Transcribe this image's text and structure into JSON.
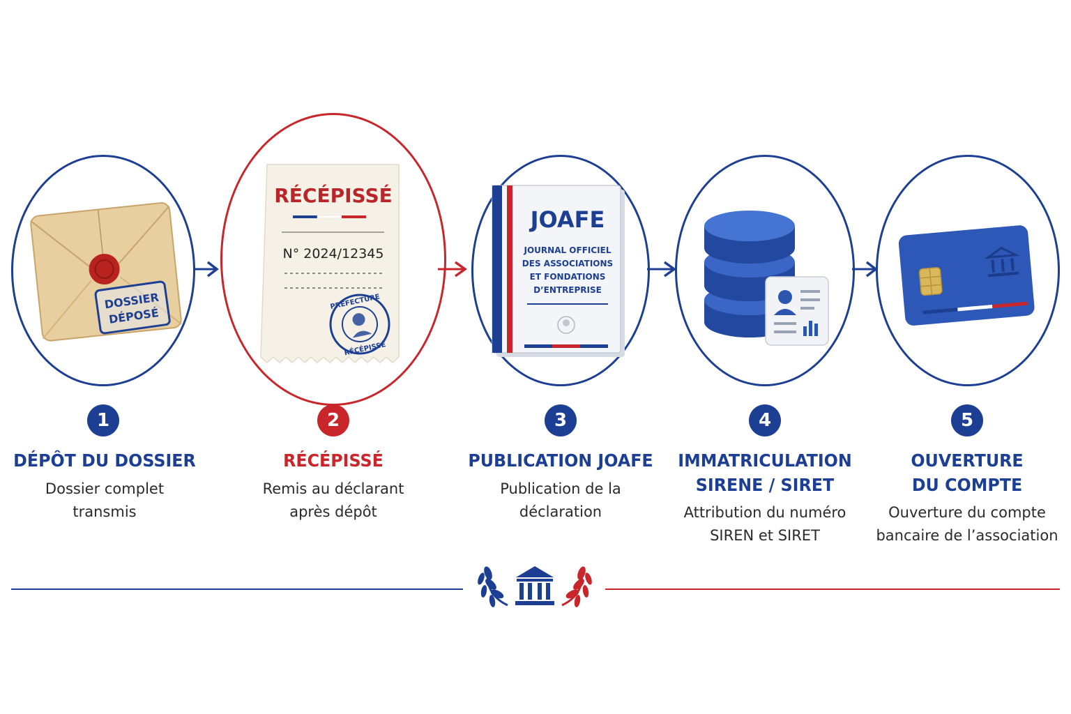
{
  "steps": [
    {
      "number": "1",
      "title": "DÉPÔT DU DOSSIER",
      "description": "Dossier complet\ntransmis",
      "color": "#1c3f94"
    },
    {
      "number": "2",
      "title": "RÉCÉPISSÉ",
      "description": "Remis au déclarant\naprès dépôt",
      "color": "#c8262b"
    },
    {
      "number": "3",
      "title": "PUBLICATION JOAFE",
      "description": "Publication de la\ndéclaration",
      "color": "#1c3f94"
    },
    {
      "number": "4",
      "title": "IMMATRICULATION\nSIRENE / SIRET",
      "description": "Attribution du numéro\nSIREN et SIRET",
      "color": "#1c3f94"
    },
    {
      "number": "5",
      "title": "OUVERTURE\nDU COMPTE",
      "description": "Ouverture du compte\nbancaire de l’association",
      "color": "#1c3f94"
    }
  ],
  "illustrations": {
    "stamp_line1": "DOSSIER",
    "stamp_line2": "DÉPOSÉ",
    "receipt_title": "RÉCÉPISSÉ",
    "receipt_number": "N° 2024/12345",
    "seal_top": "PRÉFECTURE",
    "seal_bottom": "RÉCÉPISSÉ",
    "journal_title": "JOAFE",
    "journal_line1": "JOURNAL OFFICIEL",
    "journal_line2": "DES ASSOCIATIONS",
    "journal_line3": "ET FONDATIONS",
    "journal_line4": "D’ENTREPRISE"
  },
  "colors": {
    "blue": "#1c3f94",
    "red": "#c8262b",
    "envelope": "#e8cfa0",
    "paper": "#f6f1e6",
    "card": "#2e58b8"
  },
  "icons": {
    "envelope": "envelope-icon",
    "receipt": "receipt-icon",
    "journal": "journal-icon",
    "database": "database-icon",
    "bank_card": "bank-card-icon",
    "footer": "institution-laurel-icon"
  }
}
